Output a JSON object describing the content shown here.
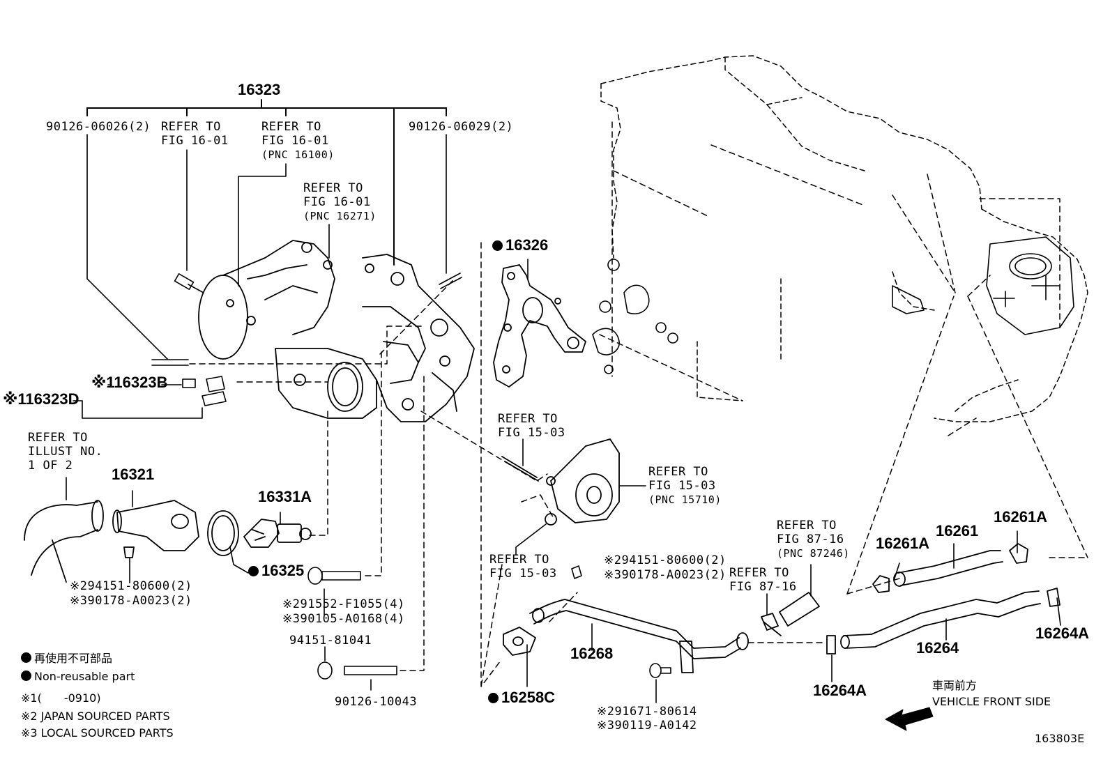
{
  "parts": {
    "p16323": "16323",
    "p16323B": "※116323B",
    "p16323D": "※116323D",
    "p16321": "16321",
    "p16331A": "16331A",
    "p16325": "16325",
    "p16326": "16326",
    "p16258C": "16258C",
    "p16268": "16268",
    "p16261A_left": "16261A",
    "p16261": "16261",
    "p16261A_right": "16261A",
    "p16264": "16264",
    "p16264A_right": "16264A",
    "p16264A_bottom": "16264A"
  },
  "codes": {
    "c90126_06026": "90126-06026(2)",
    "c90126_06029": "90126-06029(2)",
    "c94151_80600_a": "※294151-80600(2)",
    "c90178_A0023_a": "※390178-A0023(2)",
    "c91552_F1055": "※291552-F1055(4)",
    "c90105_A0168": "※390105-A0168(4)",
    "c94151_81041": "94151-81041",
    "c90126_10043": "90126-10043",
    "c94151_80600_b": "※294151-80600(2)",
    "c90178_A0023_b": "※390178-A0023(2)",
    "c91671_80614": "※291671-80614",
    "c90119_A0142": "※390119-A0142"
  },
  "refs": {
    "r1": {
      "l1": "REFER TO",
      "l2": "FIG 16-01"
    },
    "r2": {
      "l1": "REFER TO",
      "l2": "FIG 16-01",
      "l3": "(PNC 16100)"
    },
    "r3": {
      "l1": "REFER TO",
      "l2": "FIG 16-01",
      "l3": "(PNC 16271)"
    },
    "r4": {
      "l1": "REFER TO",
      "l2": "ILLUST NO.",
      "l3": "1 OF 2"
    },
    "r5": {
      "l1": "REFER TO",
      "l2": "FIG 15-03"
    },
    "r6": {
      "l1": "REFER TO",
      "l2": "FIG 15-03",
      "l3": "(PNC 15710)"
    },
    "r7": {
      "l1": "REFER TO",
      "l2": "FIG 15-03"
    },
    "r8": {
      "l1": "REFER TO",
      "l2": "FIG 87-16",
      "l3": "(PNC 87246)"
    },
    "r9": {
      "l1": "REFER TO",
      "l2": "FIG 87-16"
    }
  },
  "legend": {
    "jp_nonreusable": "再使用不可部品",
    "en_nonreusable": "Non-reusable part",
    "note1": "※1(　　-0910)",
    "note2": "※2 JAPAN SOURCED PARTS",
    "note3": "※3 LOCAL SOURCED PARTS"
  },
  "direction": {
    "jp": "車両前方",
    "en": "VEHICLE FRONT SIDE"
  },
  "figure_id": "163803E"
}
